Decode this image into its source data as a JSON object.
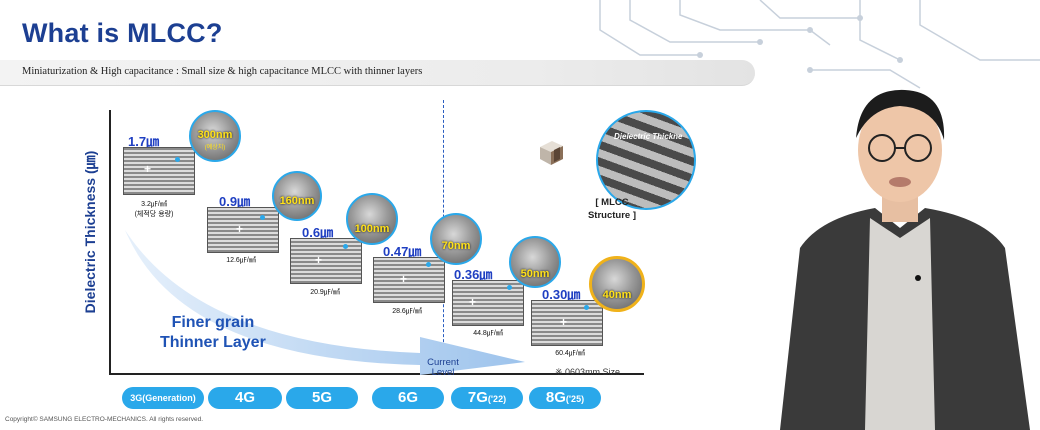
{
  "slide": {
    "title": "What is MLCC?",
    "subtitle": "Miniaturization  & High capacitance : Small size & high capacitance MLCC with thinner layers",
    "y_axis_label": "Dielectric Thickness (㎛)",
    "arrow_text_line1": "Finer grain",
    "arrow_text_line2": "Thinner Layer",
    "current_level": "Current Level",
    "size_note": "※ 0603mm Size",
    "copyright": "Copyright© SAMSUNG ELECTRO-MECHANICS. All rights reserved."
  },
  "steps": [
    {
      "thickness": "1.7㎛",
      "grain": "300nm",
      "grain_sub": "(예상치)",
      "capacitance": "3.2㎌/㎟",
      "cap_note": "(체적당 용량)"
    },
    {
      "thickness": "0.9㎛",
      "grain": "160nm",
      "grain_sub": "",
      "capacitance": "12.6㎌/㎟",
      "cap_note": ""
    },
    {
      "thickness": "0.6㎛",
      "grain": "100nm",
      "grain_sub": "",
      "capacitance": "20.9㎌/㎟",
      "cap_note": ""
    },
    {
      "thickness": "0.47㎛",
      "grain": "70nm",
      "grain_sub": "",
      "capacitance": "28.6㎌/㎟",
      "cap_note": ""
    },
    {
      "thickness": "0.36㎛",
      "grain": "50nm",
      "grain_sub": "",
      "capacitance": "44.8㎌/㎟",
      "cap_note": ""
    },
    {
      "thickness": "0.30㎛",
      "grain": "40nm",
      "grain_sub": "",
      "capacitance": "60.4㎌/㎟",
      "cap_note": ""
    }
  ],
  "generations": [
    {
      "label": "3G(Generation)",
      "year": ""
    },
    {
      "label": "4G",
      "year": ""
    },
    {
      "label": "5G",
      "year": ""
    },
    {
      "label": "6G",
      "year": ""
    },
    {
      "label": "7G",
      "year": "('22)"
    },
    {
      "label": "8G",
      "year": "('25)"
    }
  ],
  "mlcc": {
    "inset_text": "Dielectric Thickne",
    "label": "[ MLCC Structure ]"
  },
  "colors": {
    "title": "#1c3f92",
    "accent": "#2aa8ea",
    "thickness": "#1f3fc2",
    "grain_text": "#ffe11a",
    "highlight_ring": "#f0b21a"
  }
}
